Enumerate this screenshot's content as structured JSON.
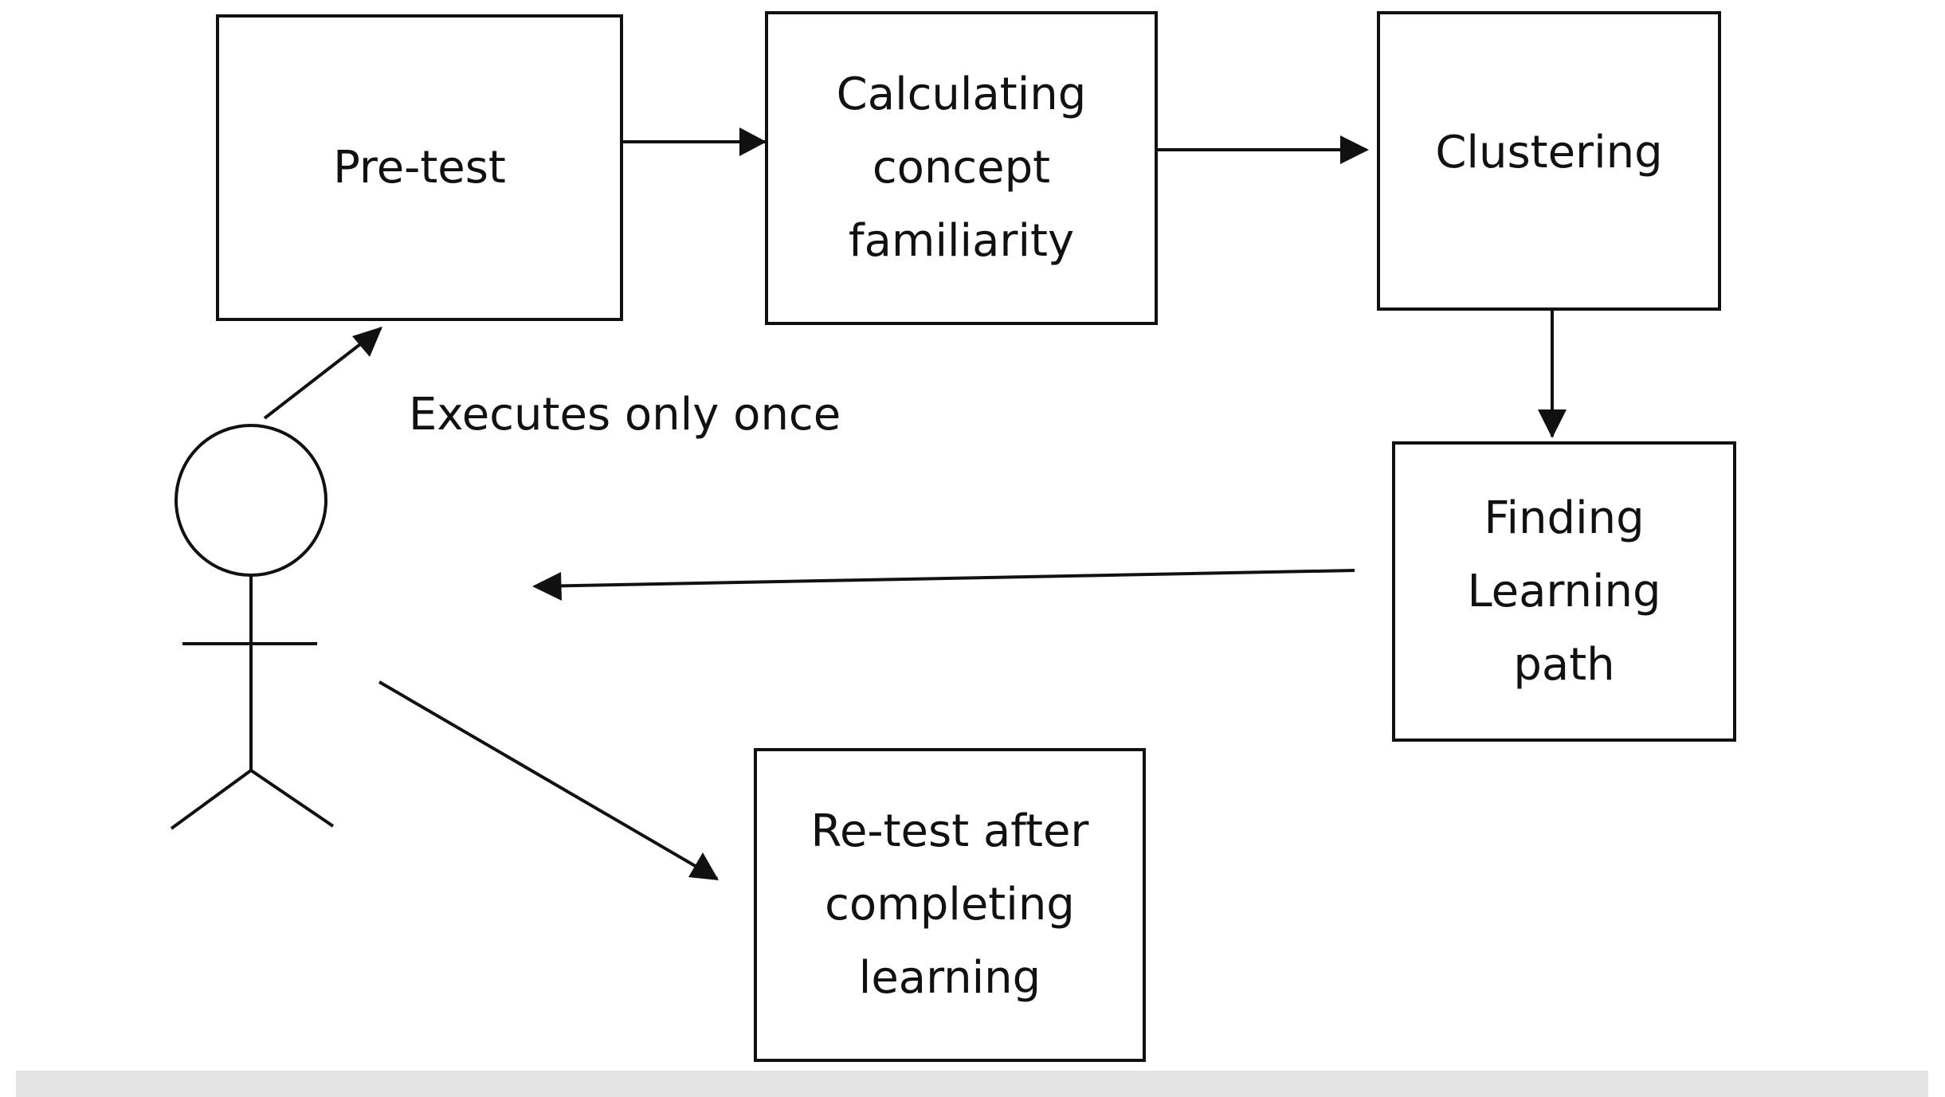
{
  "diagram": {
    "actor": {
      "icon": "stick-figure-user-icon"
    },
    "boxes": {
      "pretest": {
        "lines": [
          "Pre-test"
        ]
      },
      "familiarity": {
        "lines": [
          "Calculating",
          "concept",
          "familiarity"
        ]
      },
      "clustering": {
        "lines": [
          "Clustering"
        ]
      },
      "learning_path": {
        "lines": [
          "Finding",
          "Learning",
          "path"
        ]
      },
      "retest": {
        "lines": [
          "Re-test after",
          "completing",
          "learning"
        ]
      }
    },
    "annotation": "Executes only once",
    "colors": {
      "stroke": "#111111",
      "background": "#ffffff",
      "bottom_bar": "#e3e3e3"
    }
  }
}
